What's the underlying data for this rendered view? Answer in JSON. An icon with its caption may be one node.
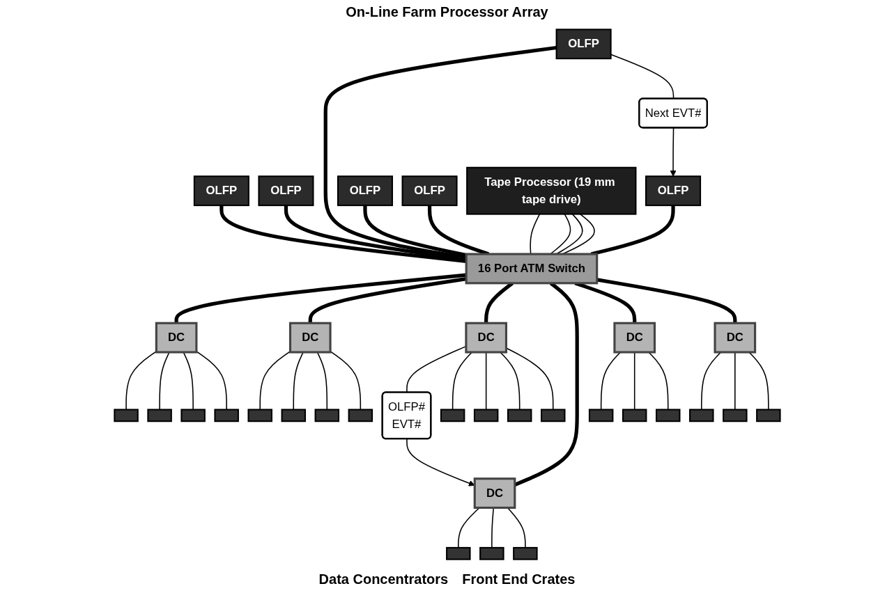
{
  "diagram": {
    "nodes": [
      {
        "text": [
          "OLFP"
        ]
      },
      {
        "text": [
          "OLFP"
        ]
      },
      {
        "text": [
          "OLFP"
        ]
      },
      {
        "text": [
          "OLFP"
        ]
      },
      {
        "text": [
          "OLFP"
        ]
      },
      {
        "text": [
          "OLFP"
        ]
      },
      {
        "text": [
          "Tape Processor (19 mm tape drive)"
        ]
      },
      {
        "text": [
          "Next EVT#"
        ]
      },
      {
        "text": [
          "16 Port ATM Switch"
        ]
      },
      {
        "text": [
          "OLFP#",
          "EVT#"
        ]
      },
      {
        "text": [
          "DC"
        ]
      },
      {
        "text": [
          "DC"
        ]
      },
      {
        "text": [
          "DC"
        ]
      },
      {
        "text": [
          "DC"
        ]
      },
      {
        "text": [
          "DC"
        ]
      },
      {
        "text": [
          "DC"
        ]
      },
      {
        "text": [],
        "shape": "box"
      },
      {
        "text": [],
        "shape": "box"
      },
      {
        "text": [],
        "shape": "box"
      },
      {
        "text": [],
        "shape": "box"
      },
      {
        "text": [],
        "shape": "box"
      },
      {
        "text": [],
        "shape": "box"
      },
      {
        "text": [],
        "shape": "box"
      },
      {
        "text": [],
        "shape": "box"
      },
      {
        "text": [],
        "shape": "box"
      },
      {
        "text": [],
        "shape": "box"
      },
      {
        "text": [],
        "shape": "box"
      },
      {
        "text": [],
        "shape": "box"
      },
      {
        "text": [],
        "shape": "box"
      },
      {
        "text": [],
        "shape": "box"
      },
      {
        "text": [],
        "shape": "box"
      },
      {
        "text": [],
        "shape": "box"
      },
      {
        "text": [],
        "shape": "box"
      },
      {
        "text": [],
        "shape": "box"
      },
      {
        "text": [],
        "shape": "box"
      },
      {
        "text": [],
        "shape": "box"
      },
      {
        "text": [],
        "shape": "box"
      }
    ],
    "edges": [
      {
        "from": 0,
        "to": 8,
        "arrow": "none",
        "style": "thick"
      },
      {
        "from": 1,
        "to": 8,
        "arrow": "none",
        "style": "thick"
      },
      {
        "from": 2,
        "to": 8,
        "arrow": "none",
        "style": "thick"
      },
      {
        "from": 3,
        "to": 8,
        "arrow": "none",
        "style": "thick"
      },
      {
        "from": 4,
        "to": 8,
        "arrow": "none",
        "style": "thick"
      },
      {
        "from": 5,
        "to": 8,
        "arrow": "none",
        "style": "thick"
      },
      {
        "from": 2,
        "to": 7,
        "arrow": "none"
      },
      {
        "from": 7,
        "to": 3,
        "arrow": "to"
      },
      {
        "from": 6,
        "to": 8,
        "arrow": "none"
      },
      {
        "from": 6,
        "to": 8,
        "arrow": "none"
      },
      {
        "from": 6,
        "to": 8,
        "arrow": "none"
      },
      {
        "from": 6,
        "to": 8,
        "arrow": "none"
      },
      {
        "from": 8,
        "to": 10,
        "arrow": "none",
        "style": "thick"
      },
      {
        "from": 8,
        "to": 11,
        "arrow": "none",
        "style": "thick"
      },
      {
        "from": 8,
        "to": 12,
        "arrow": "none",
        "style": "thick"
      },
      {
        "from": 8,
        "to": 13,
        "arrow": "none",
        "style": "thick"
      },
      {
        "from": 8,
        "to": 14,
        "arrow": "none",
        "style": "thick"
      },
      {
        "from": 8,
        "to": 15,
        "arrow": "none",
        "style": "thick"
      },
      {
        "from": 12,
        "to": 9,
        "arrow": "none"
      },
      {
        "from": 9,
        "to": 13,
        "arrow": "to"
      },
      {
        "from": 10,
        "to": 16,
        "arrow": "none"
      },
      {
        "from": 10,
        "to": 17,
        "arrow": "none"
      },
      {
        "from": 10,
        "to": 18,
        "arrow": "none"
      },
      {
        "from": 10,
        "to": 19,
        "arrow": "none"
      },
      {
        "from": 11,
        "to": 20,
        "arrow": "none"
      },
      {
        "from": 11,
        "to": 21,
        "arrow": "none"
      },
      {
        "from": 11,
        "to": 22,
        "arrow": "none"
      },
      {
        "from": 11,
        "to": 23,
        "arrow": "none"
      },
      {
        "from": 12,
        "to": 24,
        "arrow": "none"
      },
      {
        "from": 12,
        "to": 25,
        "arrow": "none"
      },
      {
        "from": 12,
        "to": 26,
        "arrow": "none"
      },
      {
        "from": 12,
        "to": 27,
        "arrow": "none"
      },
      {
        "from": 13,
        "to": 28,
        "arrow": "none"
      },
      {
        "from": 13,
        "to": 29,
        "arrow": "none"
      },
      {
        "from": 13,
        "to": 30,
        "arrow": "none"
      },
      {
        "from": 14,
        "to": 31,
        "arrow": "none"
      },
      {
        "from": 14,
        "to": 32,
        "arrow": "none"
      },
      {
        "from": 14,
        "to": 33,
        "arrow": "none"
      },
      {
        "from": 15,
        "to": 34,
        "arrow": "none"
      },
      {
        "from": 15,
        "to": 35,
        "arrow": "none"
      },
      {
        "from": 15,
        "to": 36,
        "arrow": "none"
      }
    ],
    "labels": [
      "On-Line Farm Processor Array",
      "Data Concentrators",
      "Front End Crates"
    ]
  }
}
